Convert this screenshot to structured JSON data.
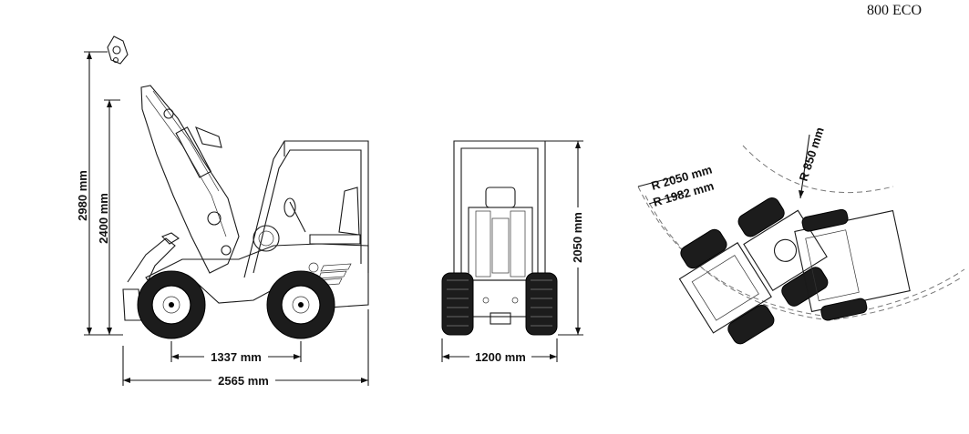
{
  "model": "800 ECO",
  "dimensions": {
    "total_height_raised": "2980 mm",
    "cab_height": "2400 mm",
    "wheelbase": "1337 mm",
    "total_length": "2565 mm",
    "width": "1200 mm",
    "front_height": "2050 mm",
    "outer_radius": "R 2050 mm",
    "inner_radius": "R 1982 mm",
    "turn_radius": "R 850 mm"
  }
}
